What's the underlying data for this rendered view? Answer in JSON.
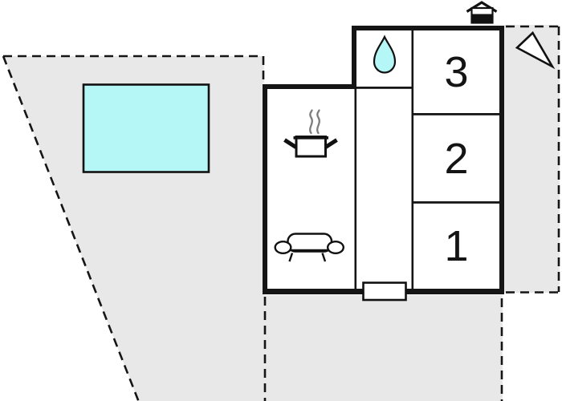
{
  "page": {
    "type": "holiday-home-floor-plan"
  },
  "colors": {
    "plot": "#e8e8e8",
    "water": "#b5f6f6",
    "wall": "#151515",
    "steam": "#7d7d7d"
  },
  "rooms": [
    {
      "id": "room-1",
      "label": "1"
    },
    {
      "id": "room-2",
      "label": "2"
    },
    {
      "id": "room-3",
      "label": "3"
    }
  ],
  "icons": [
    {
      "name": "water-drop-icon"
    },
    {
      "name": "cooking-pot-icon"
    },
    {
      "name": "steam-icon"
    },
    {
      "name": "sofa-icon"
    },
    {
      "name": "chimney-icon"
    },
    {
      "name": "north-arrow-icon"
    }
  ],
  "features": [
    {
      "name": "swimming-pool"
    },
    {
      "name": "plot-boundary-dashed"
    },
    {
      "name": "entrance-door"
    },
    {
      "name": "house-outline"
    }
  ]
}
